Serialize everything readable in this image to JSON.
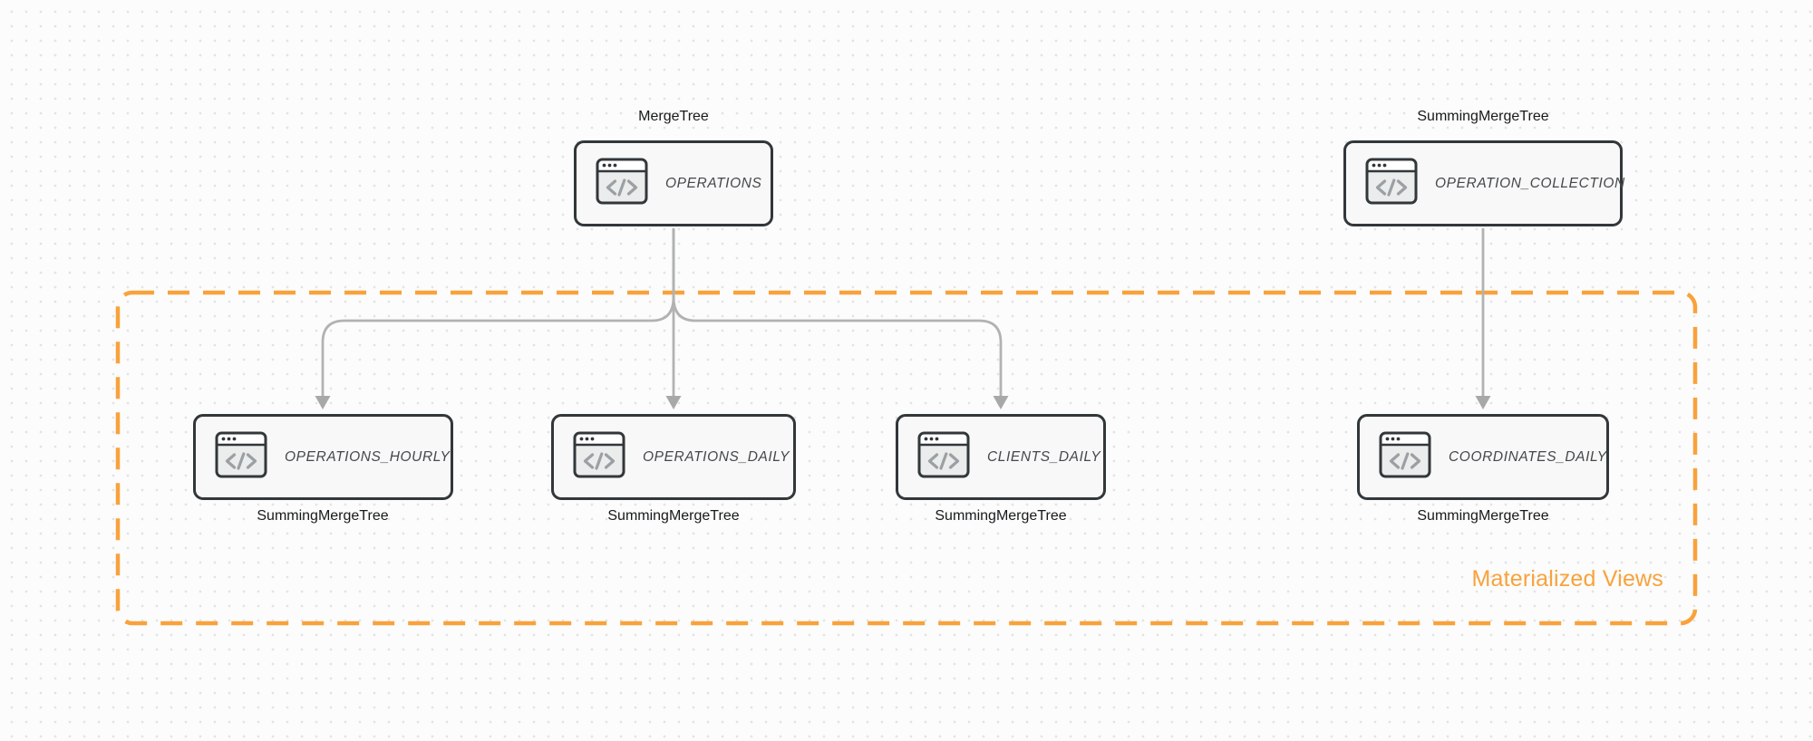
{
  "diagram": {
    "region": {
      "label": "Materialized Views",
      "border_color": "#F9A23C",
      "style": "dashed"
    },
    "colors": {
      "accent_orange": "#F9A23C",
      "node_border": "#32373A",
      "node_fill": "#F7F8F7",
      "arrow_gray": "#B1B3B3",
      "arrowhead_gray": "#A7A9A9",
      "node_text": "#43484B",
      "engine_text": "#17191B"
    },
    "nodes": {
      "operations": {
        "label": "OPERATIONS",
        "engine": "MergeTree",
        "icon": "code-window-icon"
      },
      "operation_collection": {
        "label": "OPERATION_COLLECTION",
        "engine": "SummingMergeTree",
        "icon": "code-window-icon"
      },
      "operations_hourly": {
        "label": "OPERATIONS_HOURLY",
        "engine": "SummingMergeTree",
        "icon": "code-window-icon"
      },
      "operations_daily": {
        "label": "OPERATIONS_DAILY",
        "engine": "SummingMergeTree",
        "icon": "code-window-icon"
      },
      "clients_daily": {
        "label": "CLIENTS_DAILY",
        "engine": "SummingMergeTree",
        "icon": "code-window-icon"
      },
      "coordinates_daily": {
        "label": "COORDINATES_DAILY",
        "engine": "SummingMergeTree",
        "icon": "code-window-icon"
      }
    },
    "edges": [
      {
        "from": "operations",
        "to": "operations_hourly"
      },
      {
        "from": "operations",
        "to": "operations_daily"
      },
      {
        "from": "operations",
        "to": "clients_daily"
      },
      {
        "from": "operation_collection",
        "to": "coordinates_daily"
      }
    ]
  }
}
